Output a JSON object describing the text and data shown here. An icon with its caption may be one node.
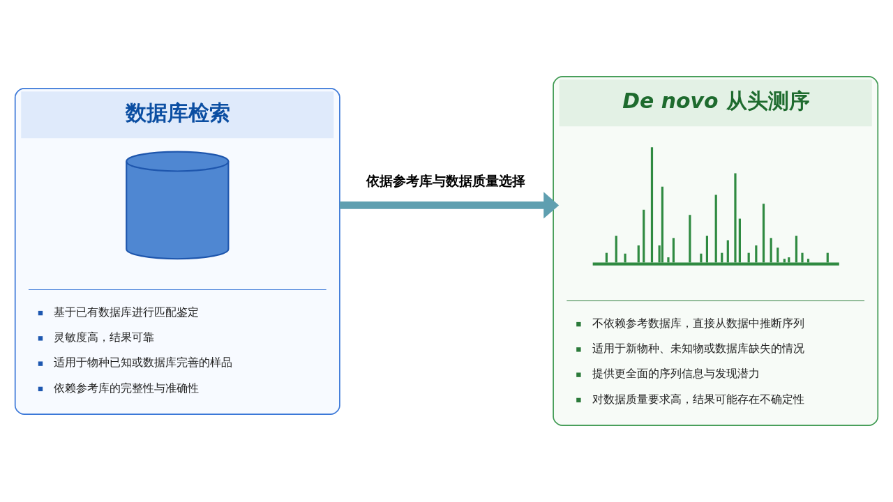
{
  "diagram": {
    "nodes": [
      {
        "text": [
          "数据库检索",
          "基于已有数据库进行匹配鉴定",
          "灵敏度高，结果可靠",
          "适用于物种已知或数据库完善的样品",
          "依赖参考库的完整性与准确性"
        ]
      },
      {
        "text": [],
        "shape": "cylinder",
        "in": 0
      },
      {
        "text": [
          "*De novo* 从头测序",
          "不依赖参考数据库，直接从数据中推断序列",
          "适用于新物种、未知物或数据库缺失的情况",
          "提供更全面的序列信息与发现潜力",
          "对数据质量要求高，结果可能存在不确定性"
        ]
      },
      {
        "text": [],
        "shape": "picture",
        "in": 2
      }
    ],
    "edges": [
      {
        "from": 0,
        "to": 2,
        "arrow": "to",
        "label": "依据参考库与数据质量选择"
      }
    ]
  }
}
